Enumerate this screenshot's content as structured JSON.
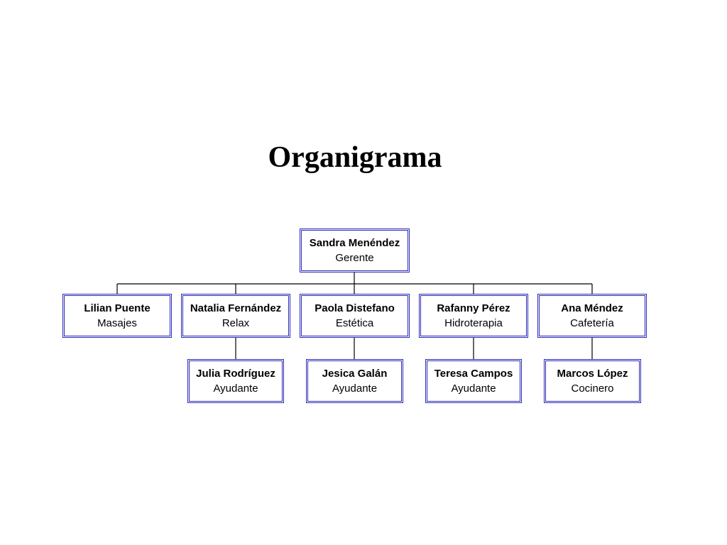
{
  "title": "Organigrama",
  "colors": {
    "box_border": "#2a2ab8",
    "connector": "#000000"
  },
  "root": {
    "name": "Sandra Menéndez",
    "role": "Gerente"
  },
  "departments": [
    {
      "name": "Lilian Puente",
      "role": "Masajes"
    },
    {
      "name": "Natalia Fernández",
      "role": "Relax"
    },
    {
      "name": "Paola Distefano",
      "role": "Estética"
    },
    {
      "name": "Rafanny Pérez",
      "role": "Hidroterapia"
    },
    {
      "name": "Ana Méndez",
      "role": "Cafetería"
    }
  ],
  "staff": [
    {
      "name": "Julia Rodríguez",
      "role": "Ayudante"
    },
    {
      "name": "Jesica Galán",
      "role": "Ayudante"
    },
    {
      "name": "Teresa Campos",
      "role": "Ayudante"
    },
    {
      "name": "Marcos López",
      "role": "Cocinero"
    }
  ]
}
